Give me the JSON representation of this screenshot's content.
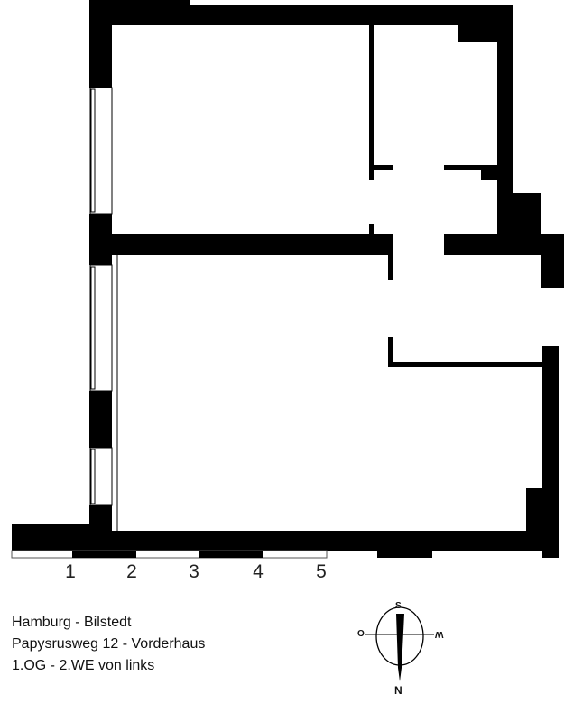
{
  "scale_bar": {
    "labels": [
      "1",
      "2",
      "3",
      "4",
      "5"
    ],
    "unit_count": 5
  },
  "address": {
    "line1": "Hamburg - Bilstedt",
    "line2": "Papysrusweg 12 - Vorderhaus",
    "line3": "1.OG - 2.WE von links"
  },
  "compass": {
    "top": "S",
    "bottom": "N",
    "left": "O",
    "right": "W"
  },
  "colors": {
    "wall": "#000000",
    "background": "#ffffff"
  }
}
